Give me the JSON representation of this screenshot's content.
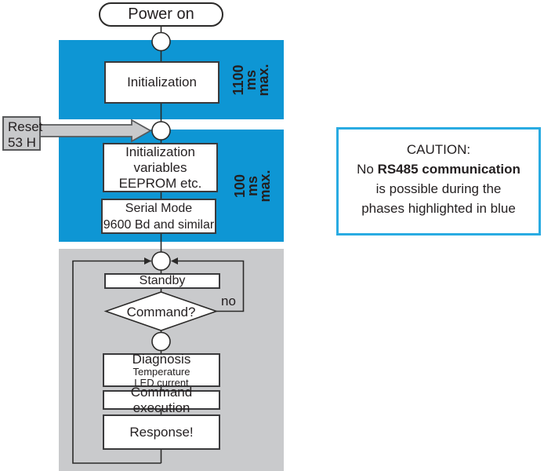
{
  "colors": {
    "phase_blue": "#0E96D4",
    "loop_gray": "#C9CACC",
    "caution_border": "#29ABE2",
    "reset_gray": "#C8C9CB",
    "reset_border": "#58595B",
    "line_dark": "#2B2A29",
    "box_border": "#3A3A3C",
    "text_dark": "#231F20"
  },
  "start": {
    "label": "Power on"
  },
  "reset": {
    "label": "Reset\n53 H"
  },
  "phase1": {
    "box": "Initialization",
    "duration": "1100 ms\nmax."
  },
  "phase2": {
    "box1": "Initialization\nvariables\nEEPROM etc.",
    "box2": "Serial Mode\n9600 Bd and similar",
    "duration": "100 ms\nmax."
  },
  "main_loop": {
    "standby": "Standby",
    "decision": "Command?",
    "no_label": "no",
    "diagnosis": "Diagnosis",
    "diagnosis_detail": "Temperature\nLED current",
    "command_execution": "Command execution",
    "response": "Response!"
  },
  "caution": {
    "title": "CAUTION:",
    "line2_normal": "No ",
    "line2_bold": "RS485 communication",
    "line3": "is possible during the",
    "line4": "phases highlighted in blue"
  }
}
